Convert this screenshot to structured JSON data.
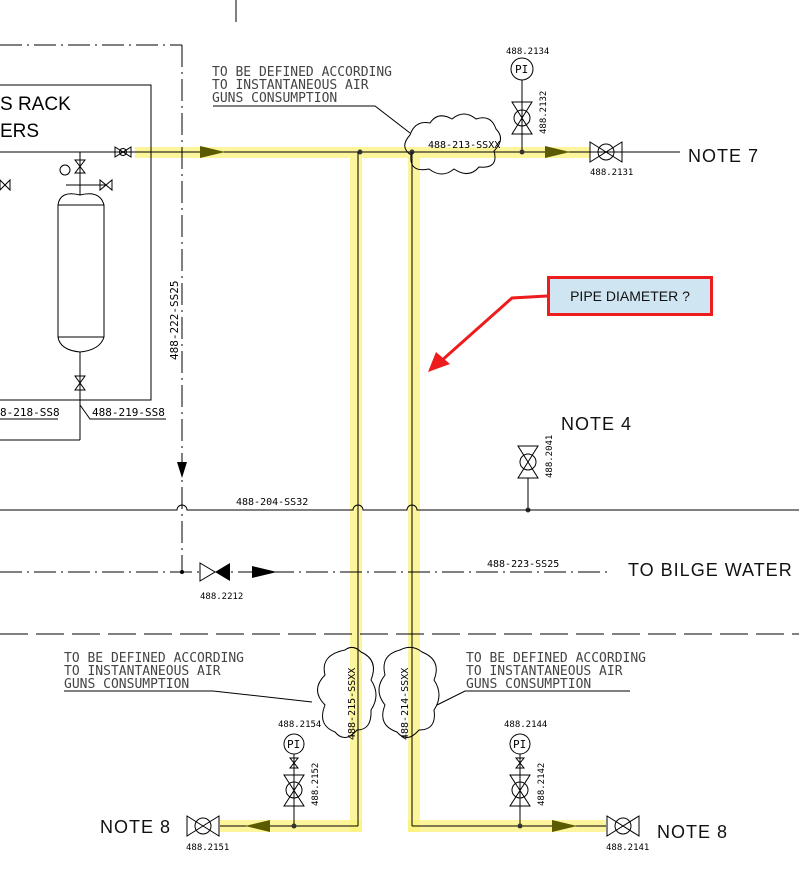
{
  "rack": {
    "title_line1": "S RACK",
    "title_line2": "ERS",
    "line_left": "8-218-SS8",
    "line_right": "488-219-SS8"
  },
  "lines": {
    "l222": "488-222-SS25",
    "l213": "488-213-SSXX",
    "l204": "488-204-SS32",
    "l223": "488-223-SS25",
    "l215": "488-215-SSXX",
    "l214": "488-214-SSXX"
  },
  "annotation_top": [
    "TO BE DEFINED ACCORDING",
    "TO INSTANTANEOUS AIR",
    "GUNS CONSUMPTION"
  ],
  "annotation_left": [
    "TO BE DEFINED ACCORDING",
    "TO INSTANTANEOUS AIR",
    "GUNS CONSUMPTION"
  ],
  "annotation_right": [
    "TO BE DEFINED ACCORDING",
    "TO INSTANTANEOUS AIR",
    "GUNS CONSUMPTION"
  ],
  "instruments": {
    "pi_top": "488.2134",
    "pi_label": "PI",
    "valve_2132": "488.2132",
    "valve_2131": "488.2131",
    "valve_2041": "488.2041",
    "valve_2212": "488.2212",
    "pi_left": "488.2154",
    "valve_2152": "488.2152",
    "valve_2151": "488.2151",
    "pi_right": "488.2144",
    "valve_2142": "488.2142",
    "valve_2141": "488.2141"
  },
  "notes": {
    "note7": "NOTE  7",
    "note4": "NOTE  4",
    "note8_left": "NOTE  8",
    "note8_right": "NOTE  8",
    "bilge": "TO  BILGE  WATER"
  },
  "callout": {
    "text": "PIPE DIAMETER ?",
    "border_color": "#ee1c1c",
    "fill_color": "#cfe5f2"
  },
  "highlight_color": "#fbf27a"
}
